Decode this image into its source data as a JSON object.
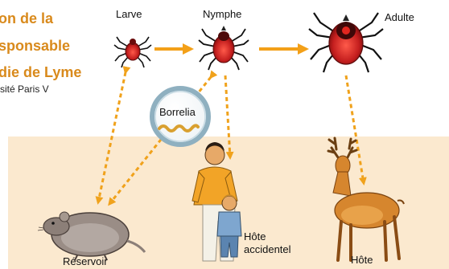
{
  "title": {
    "line1": "on de la",
    "line2": "sponsable",
    "line3": "die de Lyme"
  },
  "credit": "sité Paris V",
  "stages": {
    "larva": "Larve",
    "nymph": "Nymphe",
    "adult": "Adulte"
  },
  "bacterium": "Borrelia",
  "hosts": {
    "reservoir": "Réservoir",
    "accidental_line1": "Hôte",
    "accidental_line2": "accidentel",
    "host": "Hôte"
  },
  "colors": {
    "title": "#d98a1c",
    "arrow_solid": "#f3a018",
    "arrow_dashed": "#f0a21c",
    "panel_bg": "#fbe9cf",
    "tick_body": "#c41e1e",
    "ring": "#8fb0c0"
  },
  "icons": [
    "larva-tick",
    "nymph-tick",
    "adult-tick",
    "borrelia-spirochete",
    "rodent",
    "human-family",
    "deer"
  ]
}
